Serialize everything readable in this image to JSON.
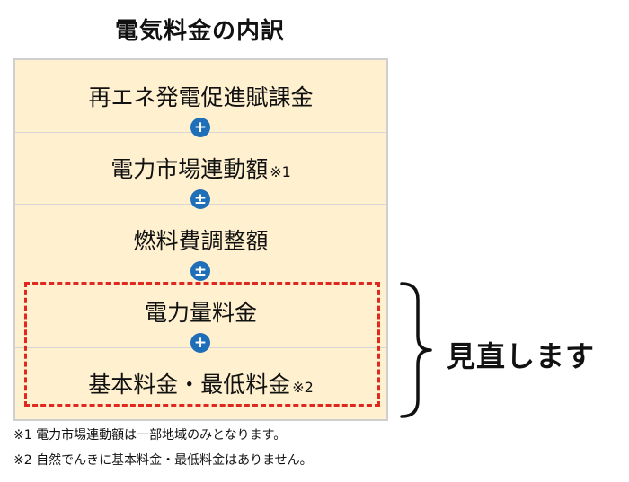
{
  "title": "電気料金の内訳",
  "rows": [
    {
      "label": "再エネ発電促進賦課金",
      "note": ""
    },
    {
      "label": "電力市場連動額",
      "note": "※1"
    },
    {
      "label": "燃料費調整額",
      "note": ""
    },
    {
      "label": "電力量料金",
      "note": ""
    },
    {
      "label": "基本料金・最低料金",
      "note": "※2"
    }
  ],
  "operators": [
    "+",
    "±",
    "±",
    "+"
  ],
  "annotation": "見直します",
  "footnotes": [
    "※1 電力市場連動額は一部地域のみとなります。",
    "※2 自然でんきに基本料金・最低料金はありません。"
  ],
  "colors": {
    "panel_bg": "#fff0cf",
    "operator_circle": "#1f6fb8",
    "highlight_border": "#e0291e"
  }
}
